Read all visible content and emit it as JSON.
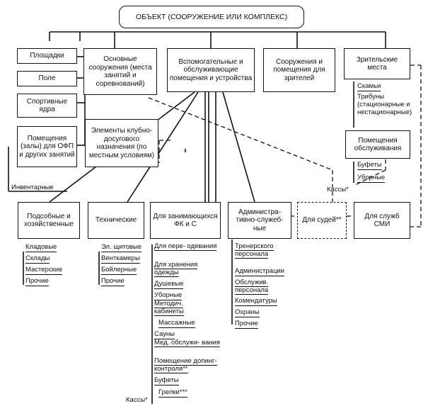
{
  "root": "ОБЪЕКТ (СООРУЖЕНИЕ ИЛИ КОМПЛЕКС)",
  "left_boxes": {
    "ploshchadki": "Площадки",
    "pole": "Поле",
    "yadra": "Спортивные ядра",
    "pomeshcheniya": "Помещения (залы) для ОФП и других занятий"
  },
  "main_boxes": {
    "osnovnye": "Основные сооружения (места занятий и соревнований)",
    "vspomogatelnye": "Вспомогательные и обслуживающие помещения и устройства",
    "zriteli": "Сооружения и помещения для зрителей",
    "zritelskie": "Зрительские места",
    "klub": "Элементы клубно-досугового назначения (по местным условиям)"
  },
  "zritel_items": [
    "Скамьи",
    "Трибуны (стационарные и нестационарные)"
  ],
  "obsluzhivanie": "Помещения обслуживания",
  "obsl_items": [
    "Буфеты",
    "Уборные"
  ],
  "kassy": "Кассы*",
  "inventar": "Инвентарные",
  "second_row": {
    "podsobnye": "Подсобные и хозяйственные",
    "tekhnicheskie": "Технические",
    "zanimayushchiesya": "Для занимающихся ФК и С",
    "admin": "Администра- тивно-служеб- ные",
    "sudi": "Для судей**",
    "smi": "Для служб СМИ"
  },
  "podsobnye_items": [
    "Кладовые",
    "Склады",
    "Мастерские",
    "Прочие"
  ],
  "tekh_items": [
    "Эл. щитовые",
    "Венткамеры",
    "Бойлерные",
    "Прочие"
  ],
  "zanim_items": [
    "Для пере- одевания",
    "Для хранения одежды",
    "Душевые",
    "Уборные",
    "Методич. кабинеты",
    "Массажные",
    "Сауны",
    "Мед. обслужи- вания",
    "Помещение допинг-контроля**",
    "Буфеты",
    "Грелки***"
  ],
  "admin_items": [
    "Тренерского персонала",
    "Администрации",
    "Обслужив. персонала",
    "Комендатуры",
    "Охраны",
    "Прочие"
  ],
  "kassy_bottom": "Кассы*"
}
